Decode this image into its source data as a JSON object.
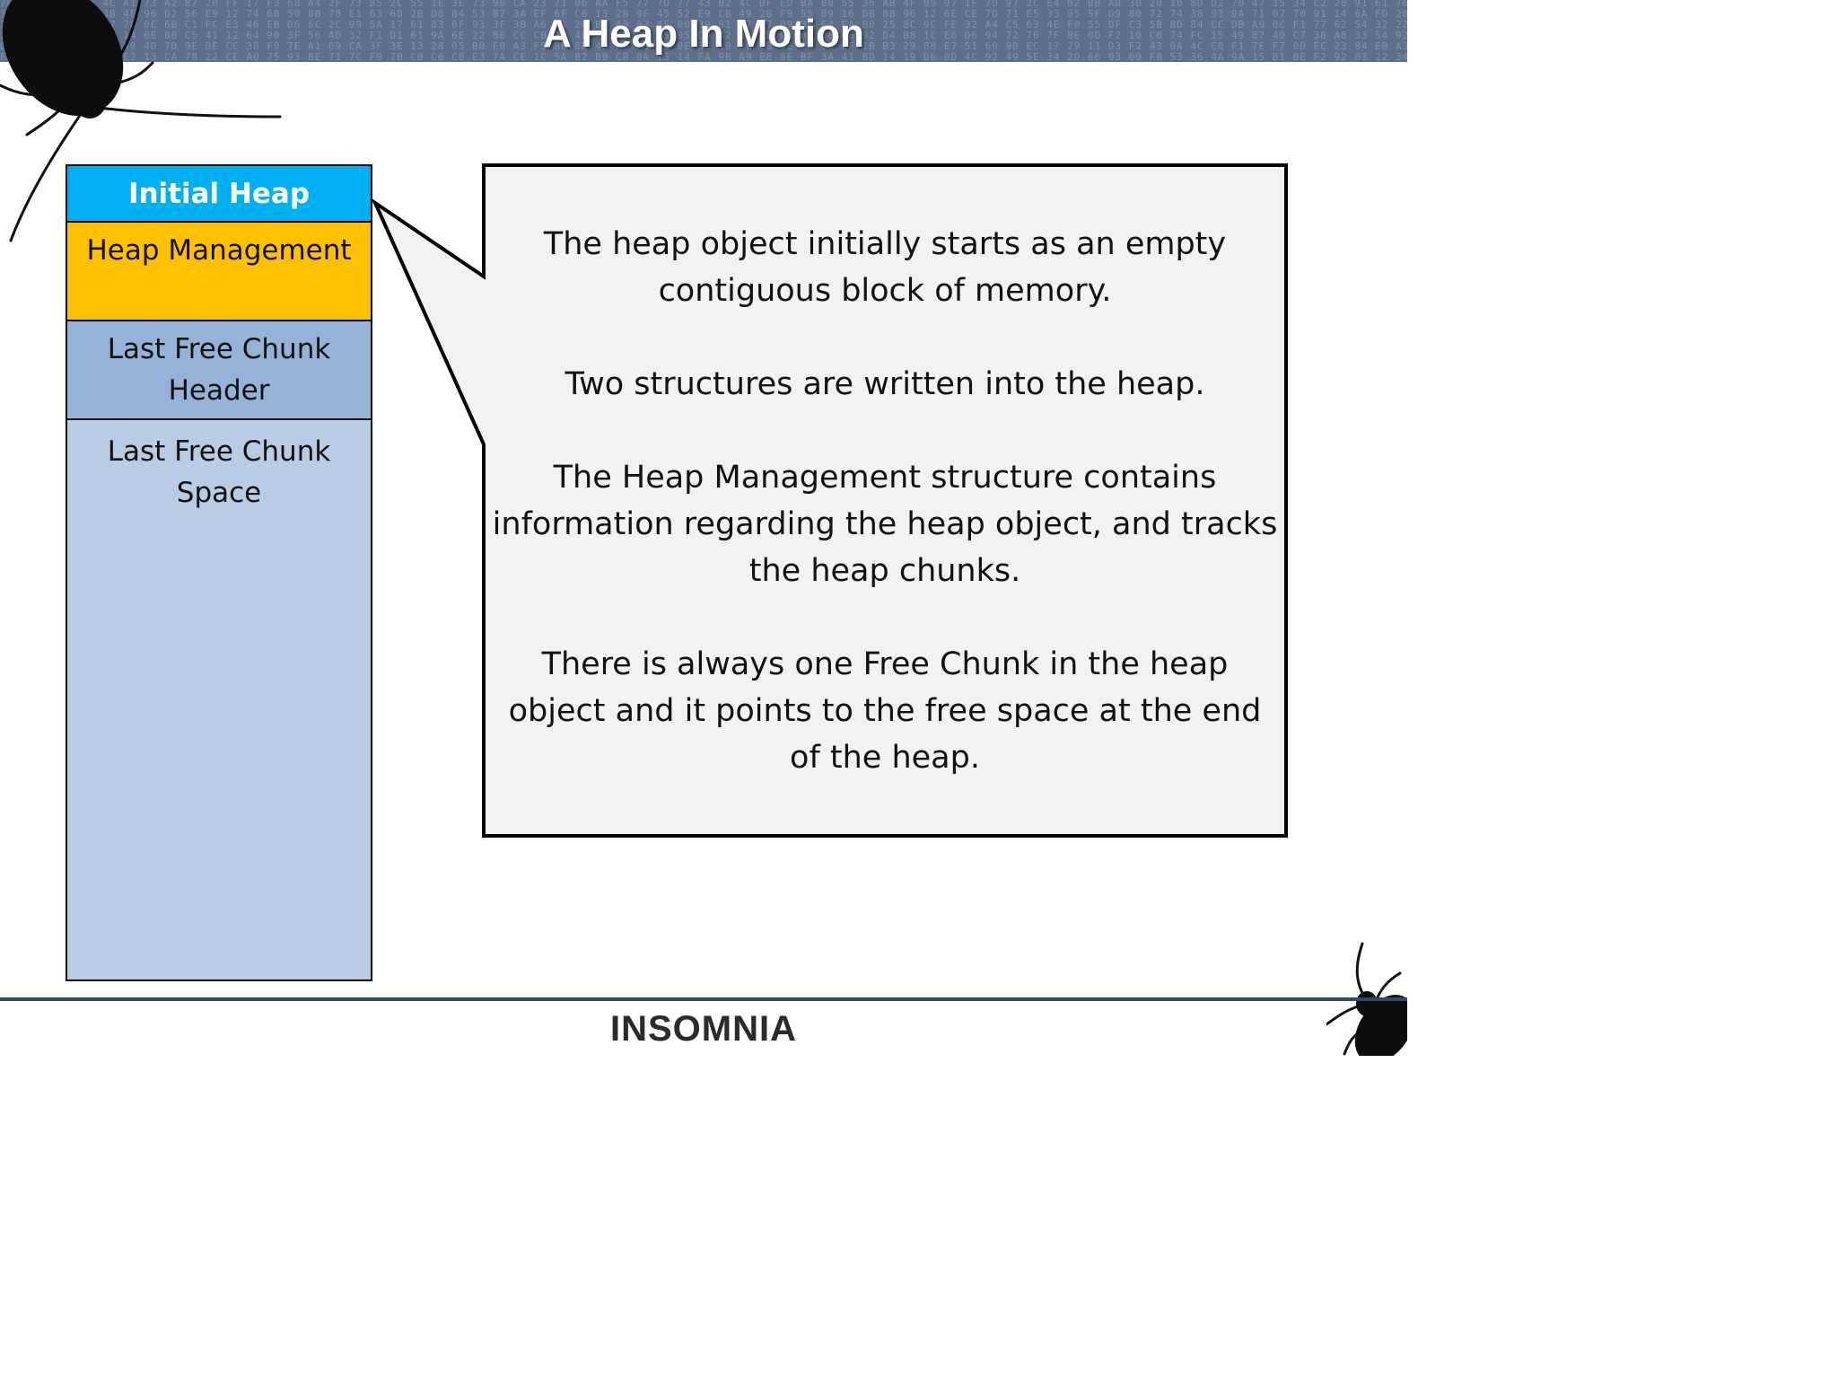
{
  "slide": {
    "title": "A Heap In Motion"
  },
  "heap_diagram": {
    "title": "Initial Heap",
    "blocks": [
      {
        "label": "Heap Management",
        "color": "#ffc000"
      },
      {
        "label": "Last Free Chunk Header",
        "color": "#95b3d7"
      },
      {
        "label": "Last Free Chunk Space",
        "color": "#b8cce4"
      }
    ],
    "title_color": "#00b0f0"
  },
  "callout": {
    "paragraphs": [
      "The heap object initially starts as an empty contiguous block of memory.",
      "Two structures are written into the heap.",
      "The Heap Management structure contains information regarding the heap object, and tracks the heap chunks.",
      "There is always one Free Chunk in the heap object and it points to the free space at the end of the heap."
    ]
  },
  "footer": {
    "logo_text": "INSOMNIA"
  },
  "decorations": {
    "header_pattern": "hex-dump-background",
    "corner_icon": "cockroach-icon"
  }
}
